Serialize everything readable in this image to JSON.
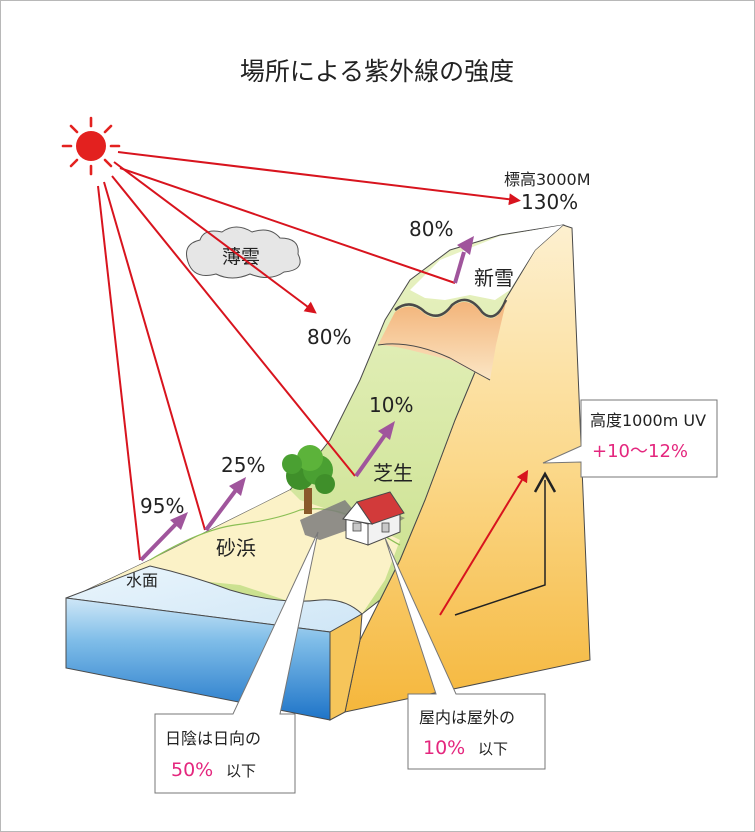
{
  "title": "場所による紫外線の強度",
  "labels": {
    "thin_cloud": "薄雲",
    "thin_cloud_pct": "80%",
    "altitude_3000": "標高3000M",
    "altitude_3000_pct": "130%",
    "fresh_snow": "新雪",
    "fresh_snow_pct": "80%",
    "grass": "芝生",
    "grass_pct": "10%",
    "sand": "砂浜",
    "sand_pct": "25%",
    "water": "水面",
    "water_pct": "95%"
  },
  "callouts": {
    "altitude": {
      "line1": "高度1000m UV",
      "line2": "+10～12%"
    },
    "shade": {
      "line1": "日陰は日向の",
      "value": "50%",
      "suffix": "以下"
    },
    "indoor": {
      "line1": "屋内は屋外の",
      "value": "10%",
      "suffix": "以下"
    }
  },
  "colors": {
    "ray": "#d8141e",
    "reflect_arrow": "#a0559c",
    "accent": "#e4277e",
    "sun": "#e3211f"
  }
}
